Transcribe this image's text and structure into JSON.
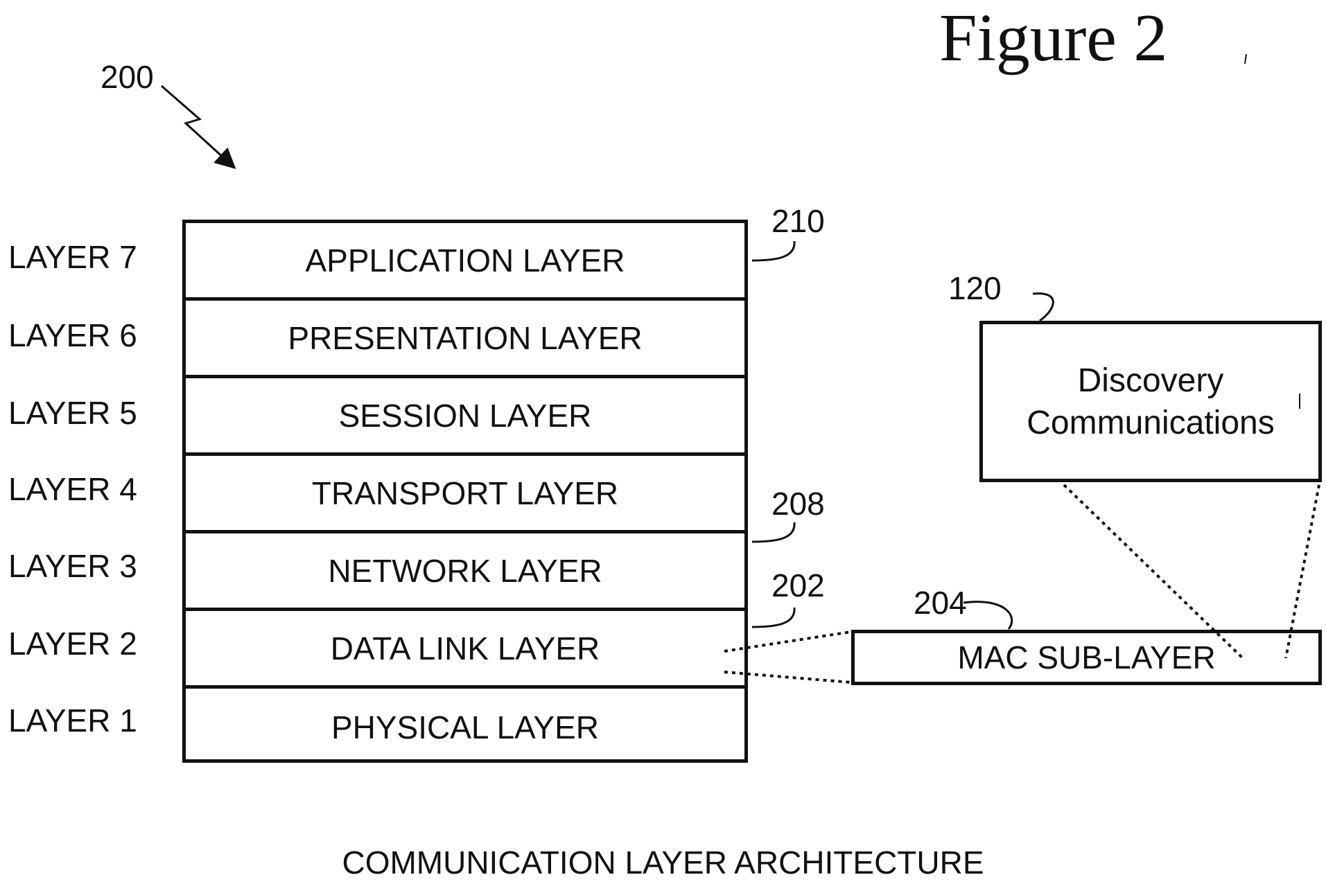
{
  "figure_title": "Figure 2",
  "refs": {
    "diagram": "200",
    "application": "210",
    "network": "208",
    "data_link": "202",
    "mac": "204",
    "discovery": "120"
  },
  "layer_labels": [
    "LAYER 7",
    "LAYER 6",
    "LAYER 5",
    "LAYER 4",
    "LAYER 3",
    "LAYER 2",
    "LAYER 1"
  ],
  "layers": [
    "APPLICATION LAYER",
    "PRESENTATION LAYER",
    "SESSION LAYER",
    "TRANSPORT LAYER",
    "NETWORK LAYER",
    "DATA LINK LAYER",
    "PHYSICAL LAYER"
  ],
  "discovery": {
    "line1": "Discovery",
    "line2": "Communications"
  },
  "mac": "MAC SUB-LAYER",
  "caption": "COMMUNICATION LAYER ARCHITECTURE"
}
